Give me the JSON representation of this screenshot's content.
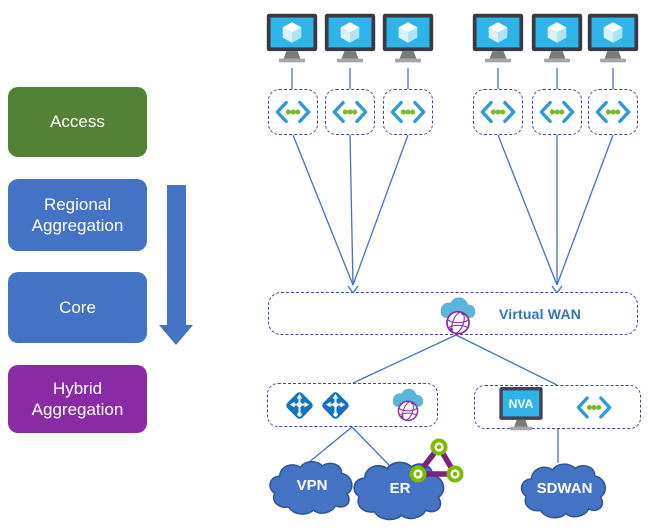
{
  "sidebar": {
    "items": [
      {
        "label": "Access",
        "color": "#538135"
      },
      {
        "label": "Regional Aggregation",
        "color": "#4472C4"
      },
      {
        "label": "Core",
        "color": "#4472C4"
      },
      {
        "label": "Hybrid Aggregation",
        "color": "#8A2BA6"
      }
    ]
  },
  "diagram": {
    "virtual_wan_label": "Virtual WAN",
    "nva_label": "NVA",
    "clouds": [
      {
        "label": "VPN"
      },
      {
        "label": "ER"
      },
      {
        "label": "SDWAN"
      }
    ],
    "icons": [
      "virtual-machine-icon",
      "virtual-network-icon",
      "virtual-wan-icon",
      "gateway-icon",
      "nva-monitor-icon",
      "peering-triangle-icon",
      "flow-down-arrow"
    ]
  },
  "colors": {
    "access_green": "#538135",
    "aggregation_blue": "#4472C4",
    "hybrid_purple": "#8A2BA6",
    "connector_blue": "#4472C4",
    "dashed_border_navy": "#3A4BA6",
    "virtual_wan_text_blue": "#2E75B6",
    "vnet_chevron_blue": "#2E9BD6",
    "vnet_dot_green": "#76BC21",
    "gateway_blue": "#1173C6",
    "vwan_cloud_blue": "#5BB4D9",
    "vwan_globe_purple": "#8A2DA5",
    "peering_purple": "#7A2182",
    "peering_node_green": "#7CBB00",
    "cloud_fill_blue": "#4472C4",
    "screen_cyan": "#2FB4E9"
  }
}
